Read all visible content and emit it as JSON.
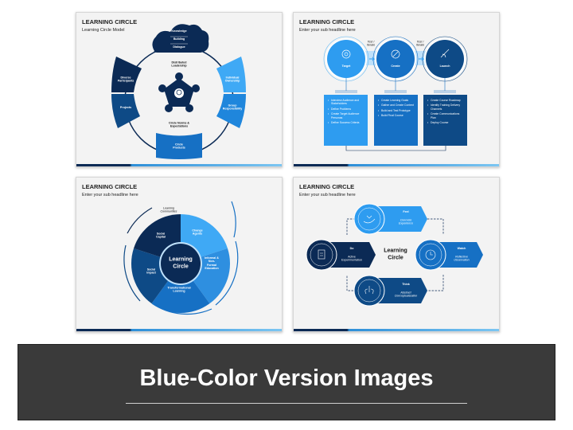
{
  "colors": {
    "navy": "#0b2a55",
    "dark_blue": "#0e4a86",
    "mid_blue": "#1670c4",
    "light_blue": "#2e9cf0",
    "sky": "#5db8f5"
  },
  "slides": [
    {
      "title": "LEARNING CIRCLE",
      "subtitle": "Learning Circle Model",
      "cloud": [
        "Knowledge",
        "Building",
        "Dialogue"
      ],
      "center_top": "Distributed Leadership",
      "center_bottom": "Circle Norms & Expectations",
      "segments": [
        "Diverse Participants",
        "Projects",
        "Individual Ownership",
        "Group Responsibility",
        "Circle Products"
      ],
      "center_icon": "team-lightbulb-icon"
    },
    {
      "title": "LEARNING CIRCLE",
      "subtitle": "Enter your sub headline here",
      "loop_labels": [
        "Test / Iterate",
        "Test / Iterate"
      ],
      "stages": [
        {
          "label": "Target",
          "icon": "target-icon",
          "items": [
            "Interview Audience and Stakeholders",
            "Define Problems",
            "Create Target Audience Personas",
            "Define Success Criteria"
          ]
        },
        {
          "label": "Create",
          "icon": "pencil-icon",
          "items": [
            "Create Learning Goals",
            "Gather and Create Content",
            "Build and Test Prototype",
            "Build Final Course"
          ]
        },
        {
          "label": "Launch",
          "icon": "rocket-icon",
          "items": [
            "Create Course Roadmap",
            "Identify Training Delivery Channels",
            "Create Communications Plan",
            "Deploy Course"
          ]
        }
      ]
    },
    {
      "title": "LEARNING CIRCLE",
      "subtitle": "Enter your sub headline here",
      "center": "Learning Circle",
      "outer_label": "Learning Communities",
      "petals": [
        "Change Agents",
        "Informal & Non-Formal Education",
        "Transformational Learning",
        "Social Impact",
        "Social Capital"
      ]
    },
    {
      "title": "LEARNING CIRCLE",
      "subtitle": "Enter your sub headline here",
      "center": "Learning Circle",
      "steps": [
        {
          "label": "Feel",
          "desc": "Concrete Experience",
          "icon": "hand-heart-icon"
        },
        {
          "label": "Watch",
          "desc": "Reflective Observation",
          "icon": "clock-icon"
        },
        {
          "label": "Think",
          "desc": "Abstract Conceptualization",
          "icon": "lungs-bulb-icon"
        },
        {
          "label": "Do",
          "desc": "Active Experimentation",
          "icon": "clipboard-icon"
        }
      ]
    }
  ],
  "banner": {
    "title": "Blue-Color Version Images"
  }
}
